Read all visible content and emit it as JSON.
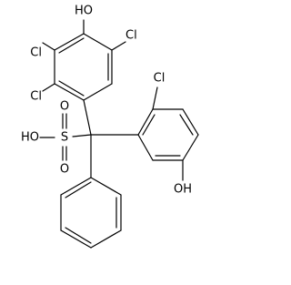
{
  "atoms": [
    {
      "id": "oh_top",
      "text": "HO"
    },
    {
      "id": "cl_c5",
      "text": "Cl"
    },
    {
      "id": "cl_c3",
      "text": "Cl"
    },
    {
      "id": "cl_c2",
      "text": "Cl"
    },
    {
      "id": "cl_ring3",
      "text": "Cl"
    },
    {
      "id": "so3h_oh",
      "text": "HO"
    },
    {
      "id": "s_atom",
      "text": "S"
    },
    {
      "id": "o_upper",
      "text": "O"
    },
    {
      "id": "o_lower",
      "text": "O"
    },
    {
      "id": "oh_bottom",
      "text": "OH"
    }
  ],
  "colors": {
    "bond": "#000000",
    "label": "#000000",
    "background": "#ffffff"
  }
}
